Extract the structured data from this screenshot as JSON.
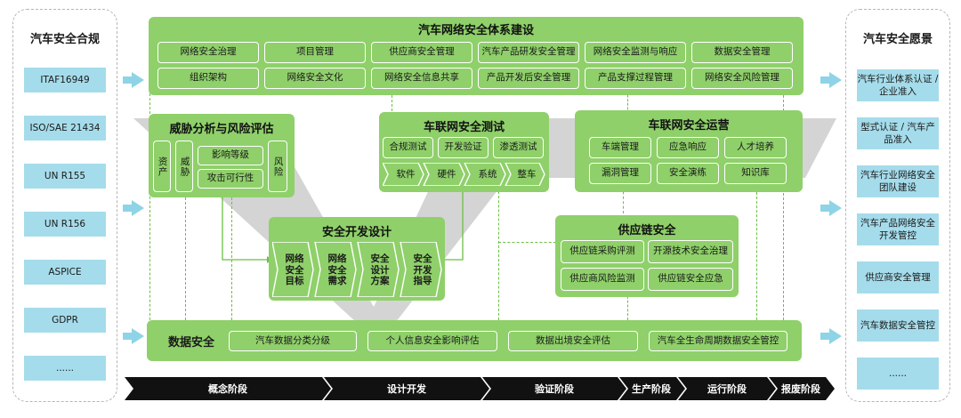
{
  "left_panel": {
    "title": "汽车安全合规",
    "items": [
      "ITAF16949",
      "ISO/SAE 21434",
      "UN R155",
      "UN R156",
      "ASPICE",
      "GDPR",
      "......"
    ]
  },
  "right_panel": {
    "title": "汽车安全愿景",
    "items": [
      "汽车行业体系认证 / 企业准入",
      "型式认证 / 汽车产品准入",
      "汽车行业网络安全团队建设",
      "汽车产品网络安全开发管控",
      "供应商安全管理",
      "汽车数据安全管控",
      "......"
    ]
  },
  "system": {
    "title": "汽车网络安全体系建设",
    "row1": [
      "网络安全治理",
      "项目管理",
      "供应商安全管理",
      "汽车产品研发安全管理",
      "网络安全监测与响应",
      "数据安全管理"
    ],
    "row2": [
      "组织架构",
      "网络安全文化",
      "网络安全信息共享",
      "产品开发后安全管理",
      "产品支撑过程管理",
      "网络安全风险管理"
    ]
  },
  "tara": {
    "title": "威胁分析与风险评估",
    "asset": "资产",
    "threat": "威胁",
    "impact": "影响等级",
    "feasibility": "攻击可行性",
    "risk": "风险"
  },
  "testing": {
    "title": "车联网安全测试",
    "methods": [
      "合规测试",
      "开发验证",
      "渗透测试"
    ],
    "targets": [
      "软件",
      "硬件",
      "系统",
      "整车"
    ]
  },
  "operations": {
    "title": "车联网安全运营",
    "items": [
      "车端管理",
      "应急响应",
      "人才培养",
      "漏洞管理",
      "安全演练",
      "知识库"
    ]
  },
  "dev": {
    "title": "安全开发设计",
    "steps": [
      "网络安全目标",
      "网络安全需求",
      "安全设计方案",
      "安全开发指导"
    ]
  },
  "supply": {
    "title": "供应链安全",
    "items": [
      "供应链采购评测",
      "开源技术安全治理",
      "供应商风险监测",
      "供应链安全应急"
    ]
  },
  "data_security": {
    "title": "数据安全",
    "items": [
      "汽车数据分类分级",
      "个人信息安全影响评估",
      "数据出境安全评估",
      "汽车全生命周期数据安全管控"
    ]
  },
  "phases": [
    "概念阶段",
    "设计开发",
    "验证阶段",
    "生产阶段",
    "运行阶段",
    "报废阶段"
  ],
  "colors": {
    "green": "#8fd06a",
    "cyan": "#a5dceb",
    "arrow": "#8ed4e6",
    "phase_bar": "#111111",
    "v_shape": "#bdbdbd"
  }
}
